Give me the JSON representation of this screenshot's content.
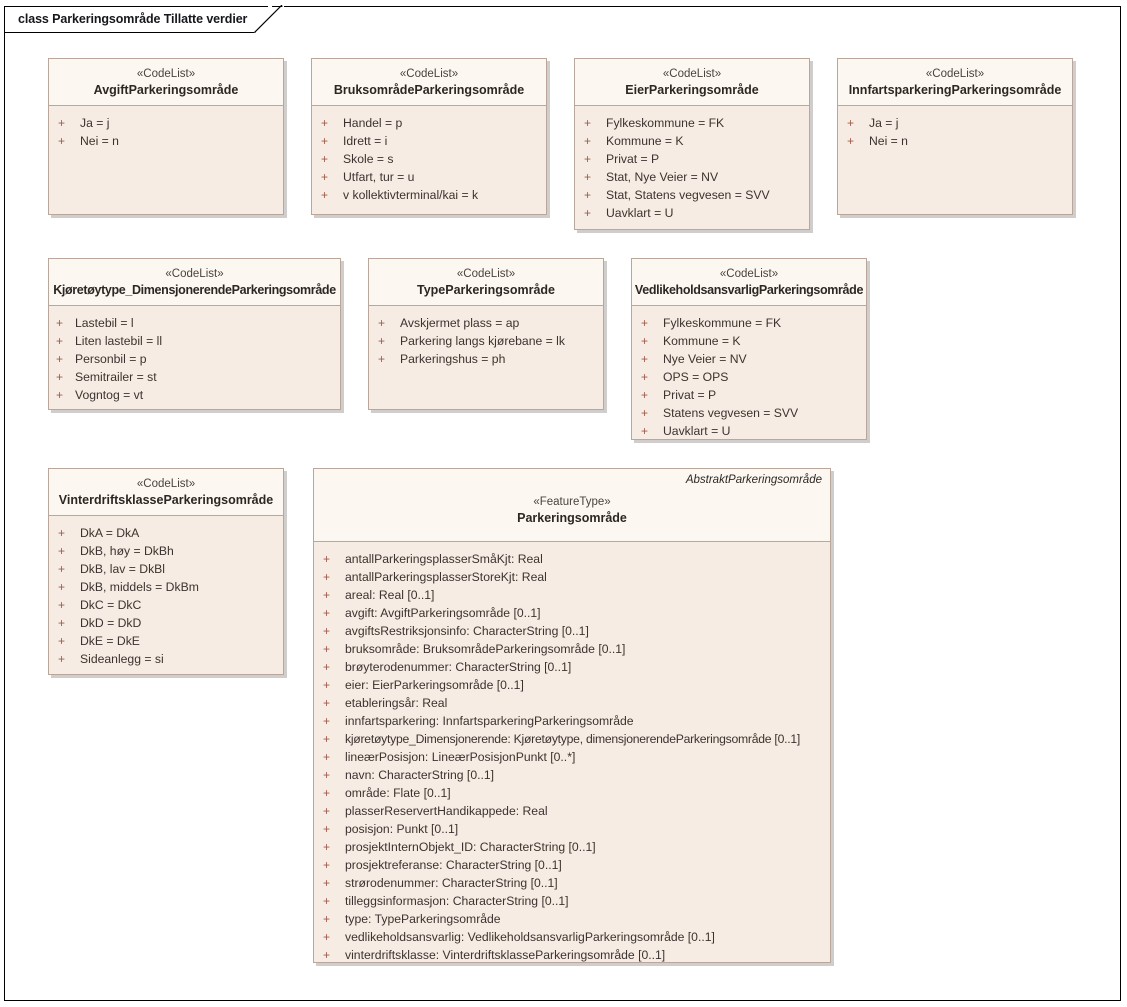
{
  "diagram": {
    "title": "class Parkeringsområde Tillatte verdier",
    "colors": {
      "box_border": "#b9a79b",
      "header_fill": "#fdf7f1",
      "body_fill": "#f7ece3",
      "visibility_marker": "#a0594a",
      "text": "#3b3330",
      "frame_border": "#000000"
    },
    "stereotype_codelist": "«CodeList»",
    "stereotype_featuretype": "«FeatureType»",
    "visibility_public": "+"
  },
  "classes": [
    {
      "id": "avgift",
      "stereotype": "«CodeList»",
      "name": "AvgiftParkeringsområde",
      "attributes": [
        "Ja = j",
        "Nei = n"
      ]
    },
    {
      "id": "bruksomrade",
      "stereotype": "«CodeList»",
      "name": "BruksområdeParkeringsområde",
      "attributes": [
        "Handel = p",
        "Idrett = i",
        "Skole = s",
        "Utfart, tur = u",
        "v kollektivterminal/kai = k"
      ]
    },
    {
      "id": "eier",
      "stereotype": "«CodeList»",
      "name": "EierParkeringsområde",
      "attributes": [
        "Fylkeskommune = FK",
        "Kommune = K",
        "Privat = P",
        "Stat, Nye Veier = NV",
        "Stat, Statens vegvesen = SVV",
        "Uavklart = U"
      ]
    },
    {
      "id": "innfartsparkering",
      "stereotype": "«CodeList»",
      "name": "InnfartsparkeringParkeringsområde",
      "attributes": [
        "Ja = j",
        "Nei = n"
      ]
    },
    {
      "id": "kjoretoytype",
      "stereotype": "«CodeList»",
      "name": "Kjøretøytype_DimensjonerendeParkeringsområde",
      "attributes": [
        "Lastebil = l",
        "Liten lastebil = ll",
        "Personbil = p",
        "Semitrailer = st",
        "Vogntog = vt"
      ]
    },
    {
      "id": "type",
      "stereotype": "«CodeList»",
      "name": "TypeParkeringsområde",
      "attributes": [
        "Avskjermet plass = ap",
        "Parkering langs kjørebane = lk",
        "Parkeringshus = ph"
      ]
    },
    {
      "id": "vedlikeholdsansvarlig",
      "stereotype": "«CodeList»",
      "name": "VedlikeholdsansvarligParkeringsområde",
      "attributes": [
        "Fylkeskommune = FK",
        "Kommune = K",
        "Nye Veier = NV",
        "OPS = OPS",
        "Privat = P",
        "Statens vegvesen = SVV",
        "Uavklart = U"
      ]
    },
    {
      "id": "vinterdriftsklasse",
      "stereotype": "«CodeList»",
      "name": "VinterdriftsklasseParkeringsområde",
      "attributes": [
        "DkA = DkA",
        "DkB, høy = DkBh",
        "DkB, lav = DkBl",
        "DkB, middels = DkBm",
        "DkC = DkC",
        "DkD = DkD",
        "DkE = DkE",
        "Sideanlegg = si"
      ]
    },
    {
      "id": "parkeringsomrade",
      "stereotype": "«FeatureType»",
      "name": "Parkeringsområde",
      "abstract_label": "AbstraktParkeringsområde",
      "attributes": [
        "antallParkeringsplasserSmåKjt: Real",
        "antallParkeringsplasserStoreKjt: Real",
        "areal: Real [0..1]",
        "avgift: AvgiftParkeringsområde [0..1]",
        "avgiftsRestriksjonsinfo: CharacterString [0..1]",
        "bruksområde: BruksområdeParkeringsområde [0..1]",
        "brøyterodenummer: CharacterString [0..1]",
        "eier: EierParkeringsområde [0..1]",
        "etableringsår: Real",
        "innfartsparkering: InnfartsparkeringParkeringsområde",
        "kjøretøytype_Dimensjonerende: Kjøretøytype, dimensjonerendeParkeringsområde [0..1]",
        "lineærPosisjon: LineærPosisjonPunkt [0..*]",
        "navn: CharacterString [0..1]",
        "område: Flate [0..1]",
        "plasserReservertHandikappede: Real",
        "posisjon: Punkt [0..1]",
        "prosjektInternObjekt_ID: CharacterString [0..1]",
        "prosjektreferanse: CharacterString [0..1]",
        "strørodenummer: CharacterString [0..1]",
        "tilleggsinformasjon: CharacterString [0..1]",
        "type: TypeParkeringsområde",
        "vedlikeholdsansvarlig: VedlikeholdsansvarligParkeringsområde [0..1]",
        "vinterdriftsklasse: VinterdriftsklasseParkeringsområde [0..1]"
      ]
    }
  ]
}
